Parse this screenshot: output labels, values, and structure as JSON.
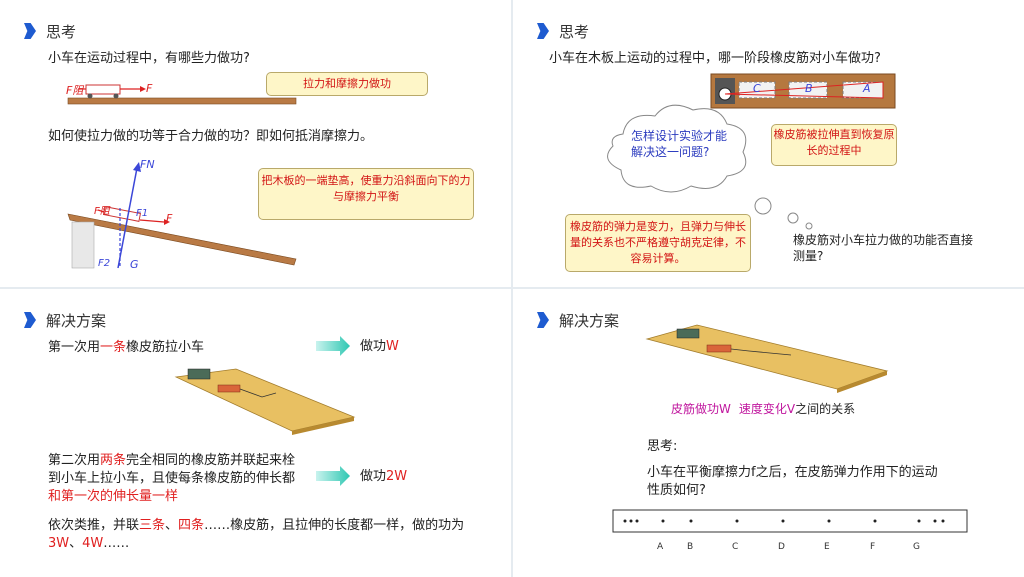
{
  "panel1": {
    "title": "思考",
    "q1": "小车在运动过程中，有哪些力做功?",
    "callout1": "拉力和摩擦力做功",
    "q2": "如何使拉力做的功等于合力做的功？即如何抵消摩擦力。",
    "callout2": "把木板的一端垫高，使重力沿斜面向下的力与摩擦力平衡",
    "forces": {
      "f_resist": "F阻",
      "f": "F",
      "fn": "FN",
      "f1": "F1",
      "f2": "F2",
      "g": "G"
    }
  },
  "panel2": {
    "title": "思考",
    "q": "小车在木板上运动的过程中，哪一阶段橡皮筋对小车做功?",
    "cloud": "怎样设计实验才能解决这一问题?",
    "callout_right": "橡皮筋被拉伸直到恢复原长的过程中",
    "callout_bottom": "橡皮筋的弹力是变力，且弹力与伸长量的关系也不严格遵守胡克定律，不容易计算。",
    "question_text": "橡皮筋对小车拉力做的功能否直接测量?",
    "board_labels": [
      "C",
      "B",
      "A"
    ]
  },
  "panel3": {
    "title": "解决方案",
    "line1_a": "第一次用",
    "line1_b": "一条",
    "line1_c": "橡皮筋拉小车",
    "work1_a": "做功",
    "work1_b": "W",
    "line2_a": "第二次用",
    "line2_b": "两条",
    "line2_c": "完全相同的橡皮筋并联起来栓到小车上拉小车，且使每条橡皮筋的伸长都",
    "line2_d": "和第一次的伸长量一样",
    "work2_a": "做功",
    "work2_b": "2W",
    "line3_a": "依次类推，并联",
    "line3_b": "三条",
    "line3_c": "、",
    "line3_d": "四条",
    "line3_e": "……橡皮筋，且拉伸的长度都一样，做的功为",
    "line3_f": "3W",
    "line3_g": "、",
    "line3_h": "4W",
    "line3_i": "……"
  },
  "panel4": {
    "title": "解决方案",
    "relation_a": "皮筋做功W",
    "relation_b": "速度变化V",
    "relation_c": "之间的关系",
    "think": "思考:",
    "question": "小车在平衡摩擦力f之后，在皮筋弹力作用下的运动性质如何?",
    "tape_labels": [
      "A",
      "B",
      "C",
      "D",
      "E",
      "F",
      "G"
    ]
  }
}
